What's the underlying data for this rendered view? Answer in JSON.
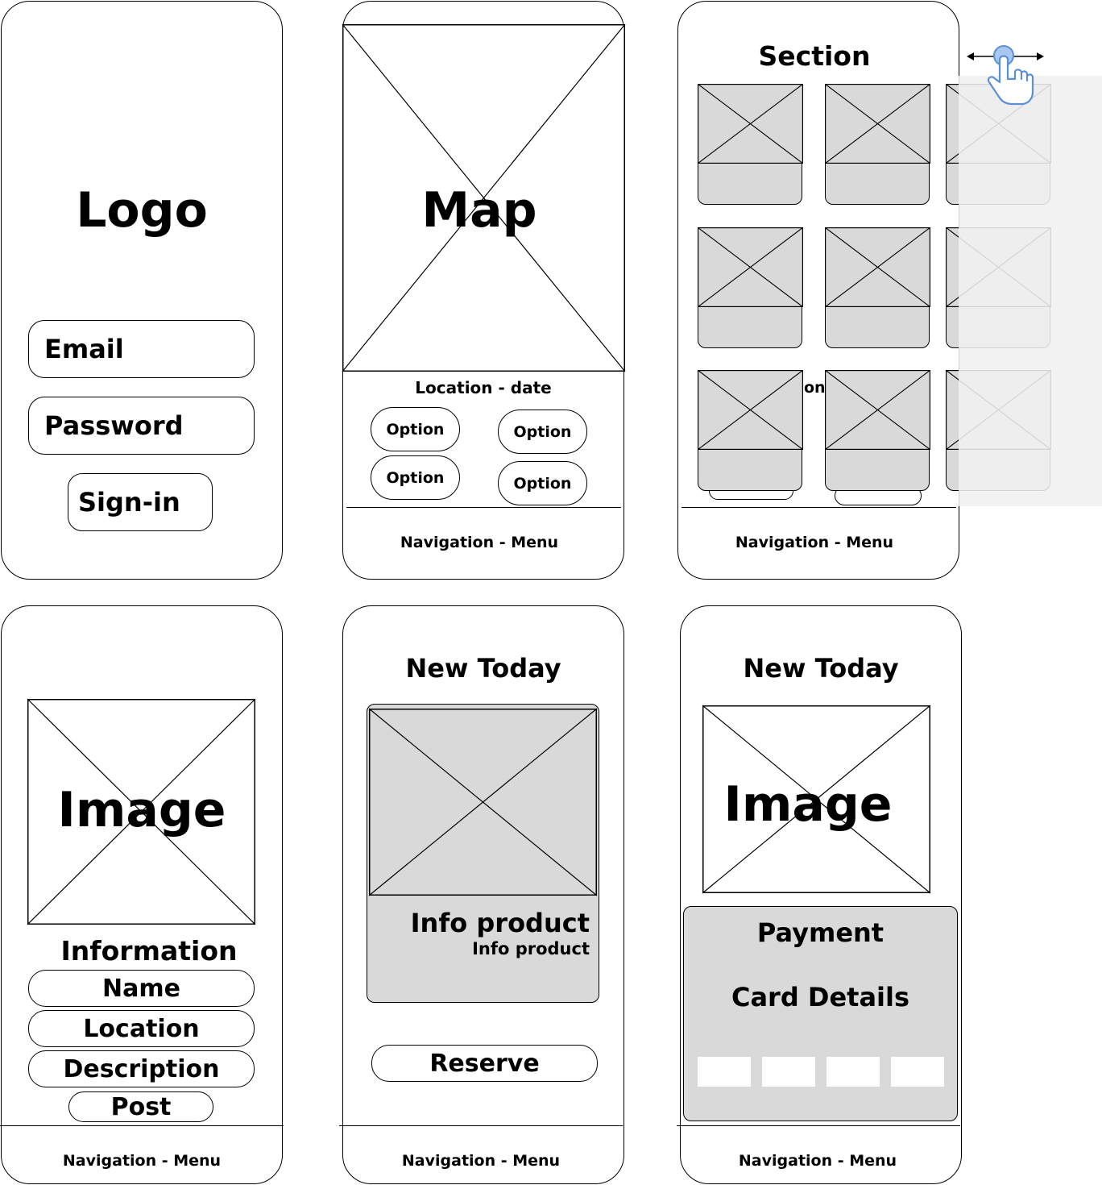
{
  "screen1": {
    "logo": "Logo",
    "email": "Email",
    "password": "Password",
    "signin": "Sign-in"
  },
  "screen2": {
    "map": "Map",
    "location": "Location - date",
    "options": [
      "Option",
      "Option",
      "Option",
      "Option"
    ],
    "nav": "Navigation - Menu"
  },
  "screen3": {
    "title": "Section",
    "partial_text": "on",
    "nav": "Navigation - Menu"
  },
  "screen4": {
    "image": "Image",
    "information": "Information",
    "fields": [
      "Name",
      "Location",
      "Description"
    ],
    "post": "Post",
    "nav": "Navigation - Menu"
  },
  "screen5": {
    "title": "New Today",
    "info_product_large": "Info product",
    "info_product_small": "Info product",
    "reserve": "Reserve",
    "nav": "Navigation - Menu"
  },
  "screen6": {
    "title": "New Today",
    "image": "Image",
    "payment": "Payment",
    "card_details": "Card Details",
    "nav": "Navigation - Menu"
  },
  "colors": {
    "placeholder_fill": "#d9d9d9",
    "gesture_blue": "#a9c8ef",
    "overlay": "#f0f0f0"
  },
  "icons": {
    "gesture": "swipe-hand-icon"
  }
}
